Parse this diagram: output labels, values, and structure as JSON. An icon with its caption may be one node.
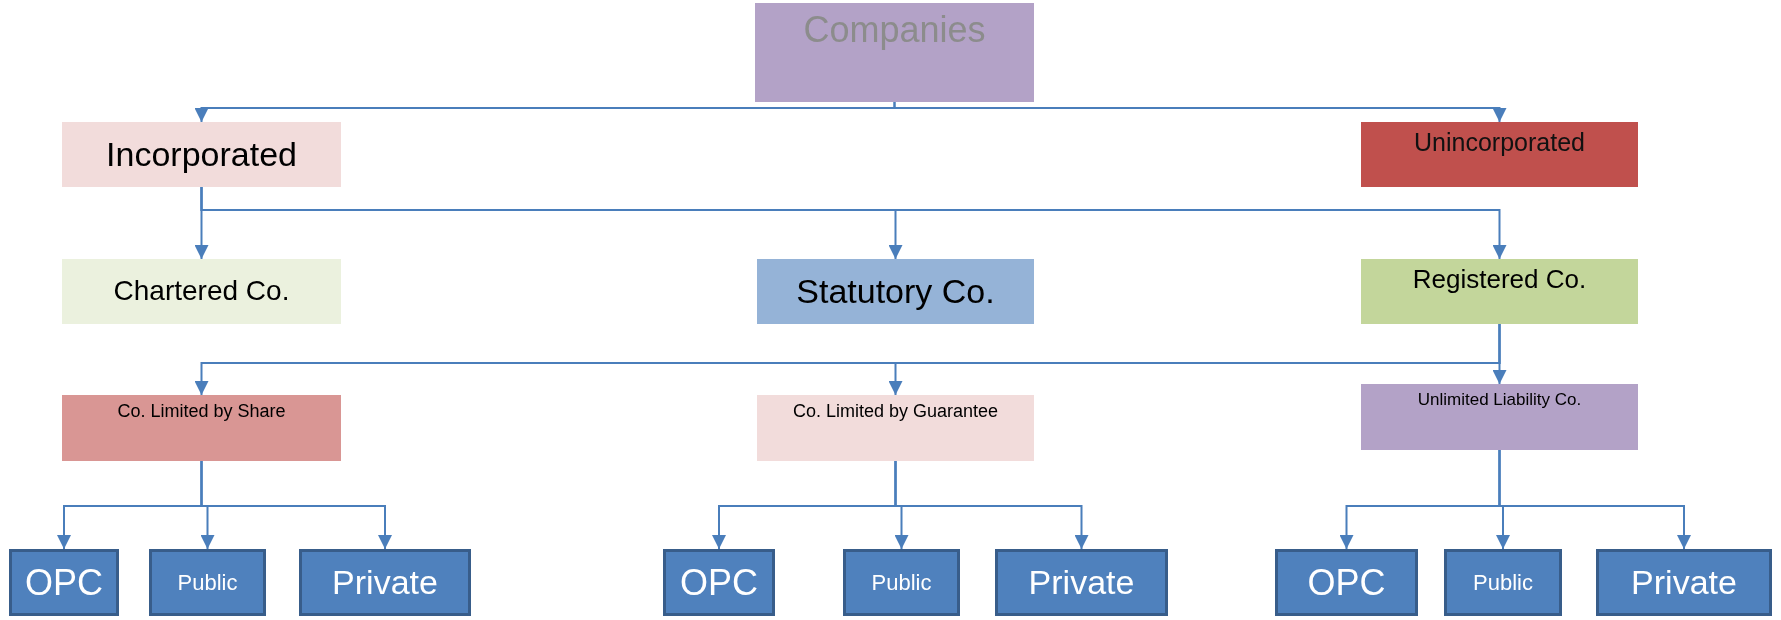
{
  "diagram": {
    "nodes": [
      {
        "text": [
          "Companies"
        ]
      },
      {
        "text": [
          "Incorporated"
        ]
      },
      {
        "text": [
          "Unincorporated"
        ]
      },
      {
        "text": [
          "Chartered Co."
        ]
      },
      {
        "text": [
          "Statutory Co."
        ]
      },
      {
        "text": [
          "Registered Co."
        ]
      },
      {
        "text": [
          "Co. Limited by Share"
        ]
      },
      {
        "text": [
          "Co. Limited by Guarantee"
        ]
      },
      {
        "text": [
          "Unlimited Liability Co."
        ]
      },
      {
        "text": [
          "OPC"
        ]
      },
      {
        "text": [
          "Public"
        ]
      },
      {
        "text": [
          "Private"
        ]
      },
      {
        "text": [
          "OPC"
        ]
      },
      {
        "text": [
          "Public"
        ]
      },
      {
        "text": [
          "Private"
        ]
      },
      {
        "text": [
          "OPC"
        ]
      },
      {
        "text": [
          "Public"
        ]
      },
      {
        "text": [
          "Private"
        ]
      }
    ],
    "edges": [
      {
        "from": 0,
        "to": 1,
        "arrow": "to"
      },
      {
        "from": 0,
        "to": 2,
        "arrow": "to"
      },
      {
        "from": 1,
        "to": 3,
        "arrow": "to"
      },
      {
        "from": 1,
        "to": 4,
        "arrow": "to"
      },
      {
        "from": 1,
        "to": 5,
        "arrow": "to"
      },
      {
        "from": 5,
        "to": 6,
        "arrow": "to"
      },
      {
        "from": 5,
        "to": 7,
        "arrow": "to"
      },
      {
        "from": 5,
        "to": 8,
        "arrow": "to"
      },
      {
        "from": 6,
        "to": 9,
        "arrow": "to"
      },
      {
        "from": 6,
        "to": 10,
        "arrow": "to"
      },
      {
        "from": 6,
        "to": 11,
        "arrow": "to"
      },
      {
        "from": 7,
        "to": 12,
        "arrow": "to"
      },
      {
        "from": 7,
        "to": 13,
        "arrow": "to"
      },
      {
        "from": 7,
        "to": 14,
        "arrow": "to"
      },
      {
        "from": 8,
        "to": 15,
        "arrow": "to"
      },
      {
        "from": 8,
        "to": 16,
        "arrow": "to"
      },
      {
        "from": 8,
        "to": 17,
        "arrow": "to"
      }
    ]
  }
}
